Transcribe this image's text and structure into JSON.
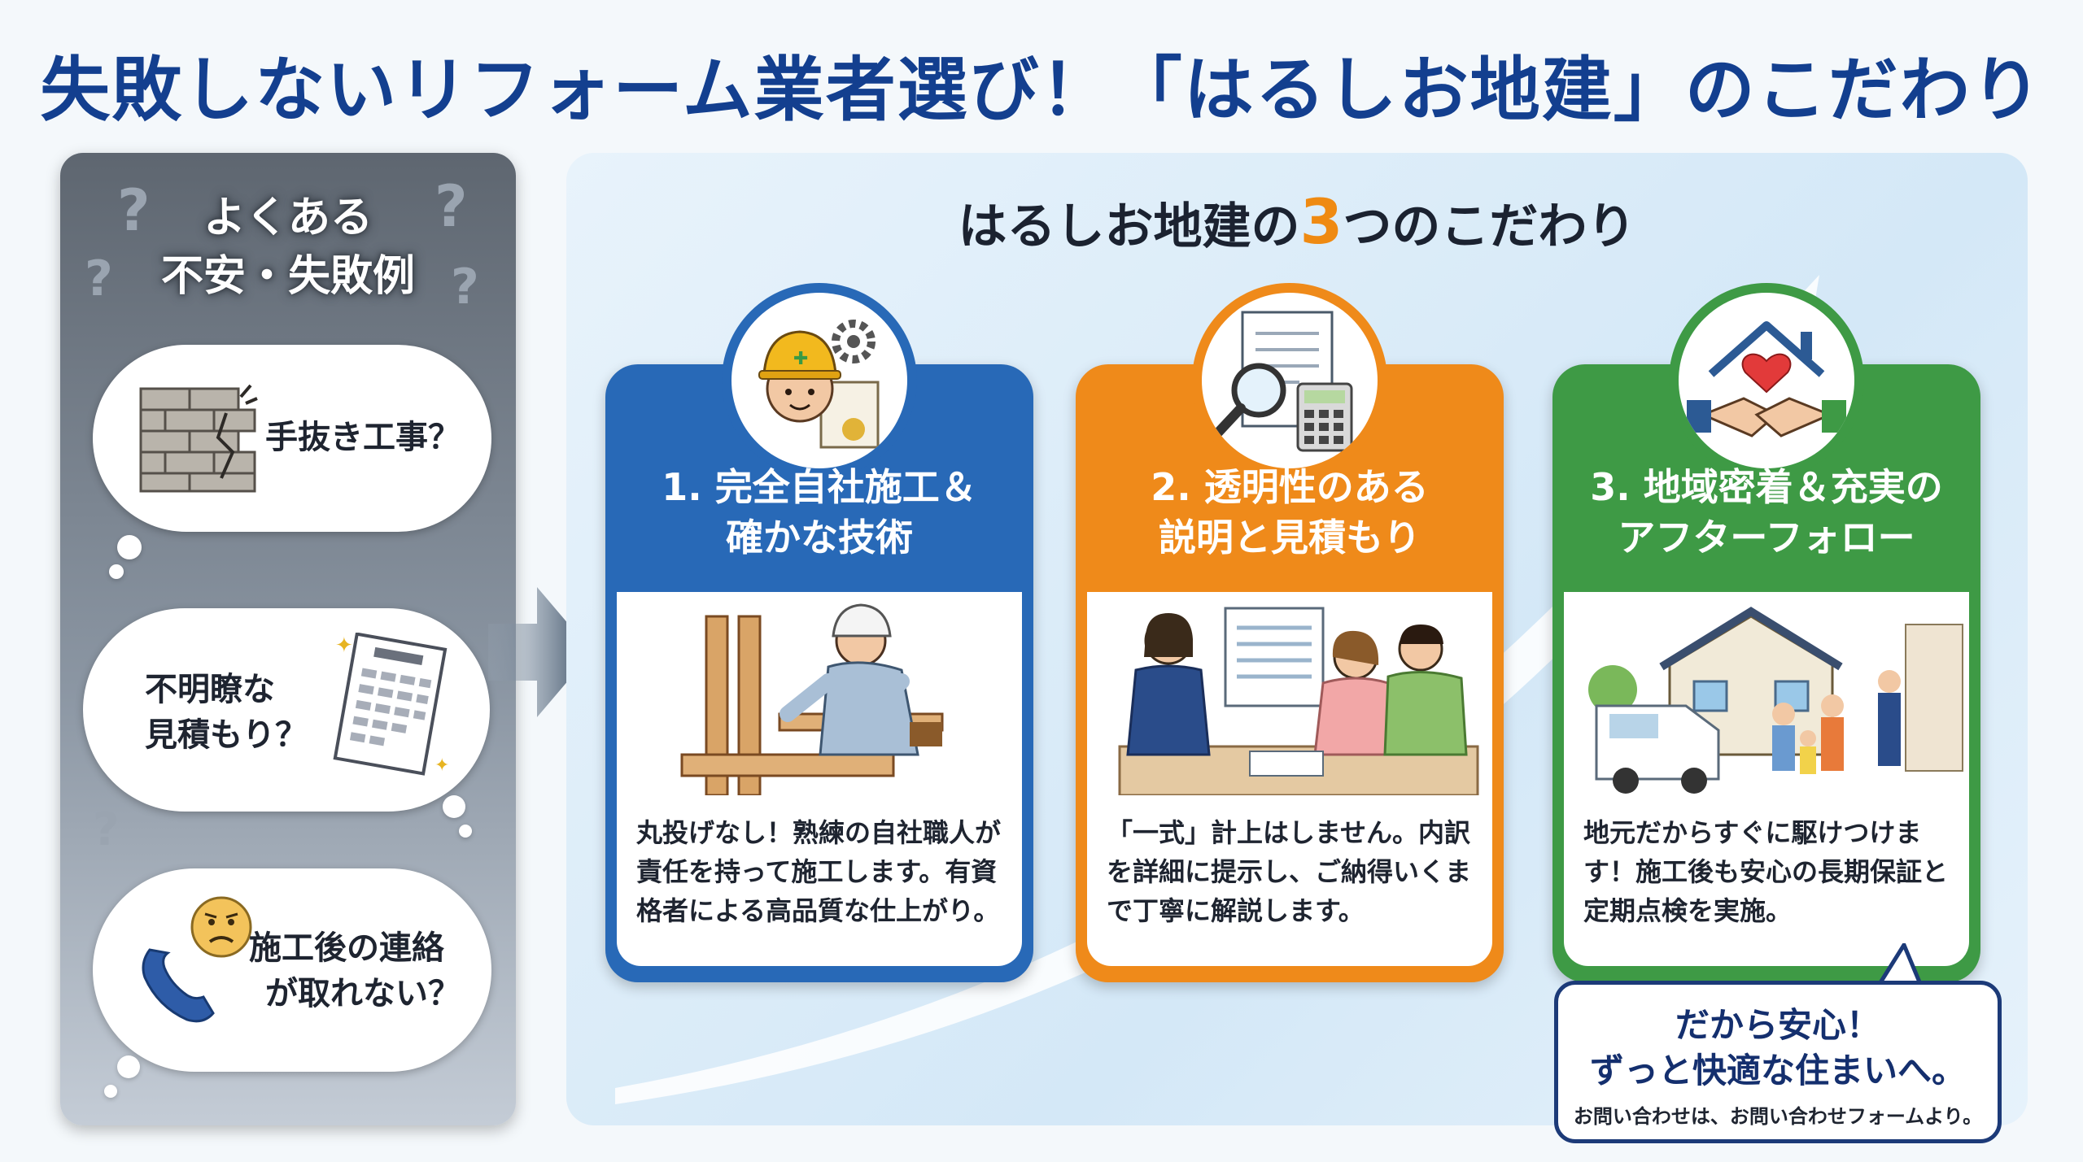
{
  "title": "失敗しないリフォーム業者選び！「はるしお地建」のこだわり",
  "worries": {
    "heading_line1": "よくある",
    "heading_line2": "不安・失敗例",
    "items": [
      {
        "line1": "手抜き工事？",
        "line2": "",
        "icon": "cracked-brick-wall-icon"
      },
      {
        "line1": "不明瞭な",
        "line2": "見積もり？",
        "icon": "estimate-document-icon"
      },
      {
        "line1": "施工後の連絡",
        "line2": "が取れない？",
        "icon": "telephone-worried-face-icon"
      }
    ]
  },
  "commitments": {
    "heading_before": "はるしお地建の",
    "heading_number": "3",
    "heading_after": "つのこだわり",
    "cards": [
      {
        "title_line1": "1. 完全自社施工＆",
        "title_line2": "確かな技術",
        "icon": "worker-helmet-certificate-icon",
        "description": "丸投げなし！熟練の自社職人が責任を持って施工します。有資格者による高品質な仕上がり。",
        "color": "#2869b7"
      },
      {
        "title_line1": "2. 透明性のある",
        "title_line2": "説明と見積もり",
        "icon": "magnifier-calculator-document-icon",
        "description": "「一式」計上はしません。内訳を詳細に提示し、ご納得いくまで丁寧に解説します。",
        "color": "#ef8a1a"
      },
      {
        "title_line1": "3. 地域密着＆充実の",
        "title_line2": "アフターフォロー",
        "icon": "house-heart-handshake-icon",
        "description": "地元だからすぐに駆けつけます！施工後も安心の長期保証と定期点検を実施。",
        "color": "#3e9a45"
      }
    ]
  },
  "callout": {
    "line1": "だから安心！",
    "line2": "ずっと快適な住まいへ。",
    "note": "お問い合わせは、お問い合わせフォームより。"
  }
}
